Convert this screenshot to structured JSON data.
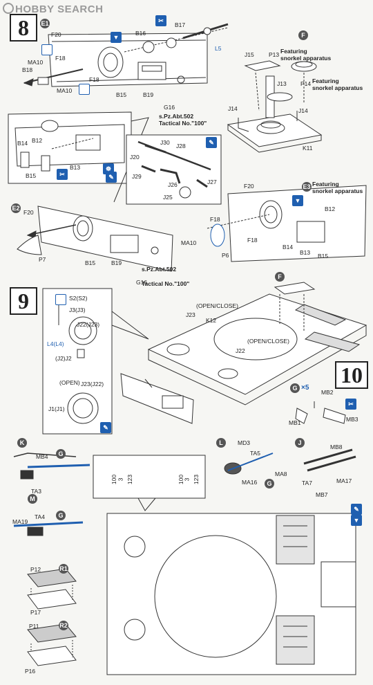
{
  "watermark": "HOBBY SEARCH",
  "steps": {
    "s8": "8",
    "s9": "9",
    "s10": "10"
  },
  "callouts": {
    "featuring_1": "Featuring",
    "snorkel_1": "snorkel apparatus",
    "featuring_2": "Featuring",
    "snorkel_2": "snorkel apparatus",
    "featuring_3": "Featuring",
    "snorkel_3": "snorkel apparatus",
    "spz_1": "s.Pz.Abt.502",
    "tactical_1": "Tactical No.\"100\"",
    "spz_2": "s.Pz.Abt.502",
    "tactical_2": "Tactical No.\"100\"",
    "open_close_1": "(OPEN/CLOSE)",
    "open_close_2": "(OPEN/CLOSE)",
    "open": "(OPEN)",
    "times5": "×5"
  },
  "letters": {
    "E1": "E1",
    "F": "F",
    "E2": "E2",
    "E3": "E3",
    "F2": "F",
    "K": "K",
    "G": "G",
    "M": "M",
    "G2": "G",
    "R1": "R1",
    "R2": "R2",
    "L": "L",
    "G3": "G",
    "J": "J",
    "Gx": "G"
  },
  "parts": {
    "F20a": "F20",
    "B16": "B16",
    "B17": "B17",
    "L5": "L5",
    "F18a": "F18",
    "MA10a": "MA10",
    "B18": "B18",
    "MA10b": "MA10",
    "F18b": "F18",
    "B15a": "B15",
    "B19a": "B19",
    "G16a": "G16",
    "J15": "J15",
    "P13": "P13",
    "J13": "J13",
    "P14": "P14",
    "J14a": "J14",
    "J14b": "J14",
    "K11": "K11",
    "B14a": "B14",
    "B12a": "B12",
    "B13a": "B13",
    "B15b": "B15",
    "J30": "J30",
    "J28": "J28",
    "J20": "J20",
    "J29": "J29",
    "J26": "J26",
    "J27": "J27",
    "J25": "J25",
    "F20b": "F20",
    "P7": "P7",
    "B15c": "B15",
    "B19b": "B19",
    "G16b": "G16",
    "F20c": "F20",
    "B12b": "B12",
    "F18c": "F18",
    "F18d": "F18",
    "MA10c": "MA10",
    "P6": "P6",
    "B14b": "B14",
    "B13b": "B13",
    "B15d": "B15",
    "S2": "S2(S2)",
    "J3": "J3(J3)",
    "J22a": "J22(J23)",
    "L4": "L4(L4)",
    "J2": "(J2)J2",
    "J23a": "J23(J22)",
    "J1": "J1(J1)",
    "J23b": "J23",
    "K12": "K12",
    "J22b": "J22",
    "MB2": "MB2",
    "MB1": "MB1",
    "MB3": "MB3",
    "MB4": "MB4",
    "TA3": "TA3",
    "MA19": "MA19",
    "TA4": "TA4",
    "P12": "P12",
    "P17": "P17",
    "P11": "P11",
    "P16": "P16",
    "MD3": "MD3",
    "TA5": "TA5",
    "MA16": "MA16",
    "MA8": "MA8",
    "MB8": "MB8",
    "TA7": "TA7",
    "MB7": "MB7",
    "MA17": "MA17",
    "n100a": "100",
    "n3a": "3",
    "n123a": "123",
    "n100b": "100",
    "n3b": "3",
    "n123b": "123"
  },
  "colors": {
    "blue": "#1f5fb0",
    "line": "#333333",
    "paper": "#f6f6f3"
  }
}
